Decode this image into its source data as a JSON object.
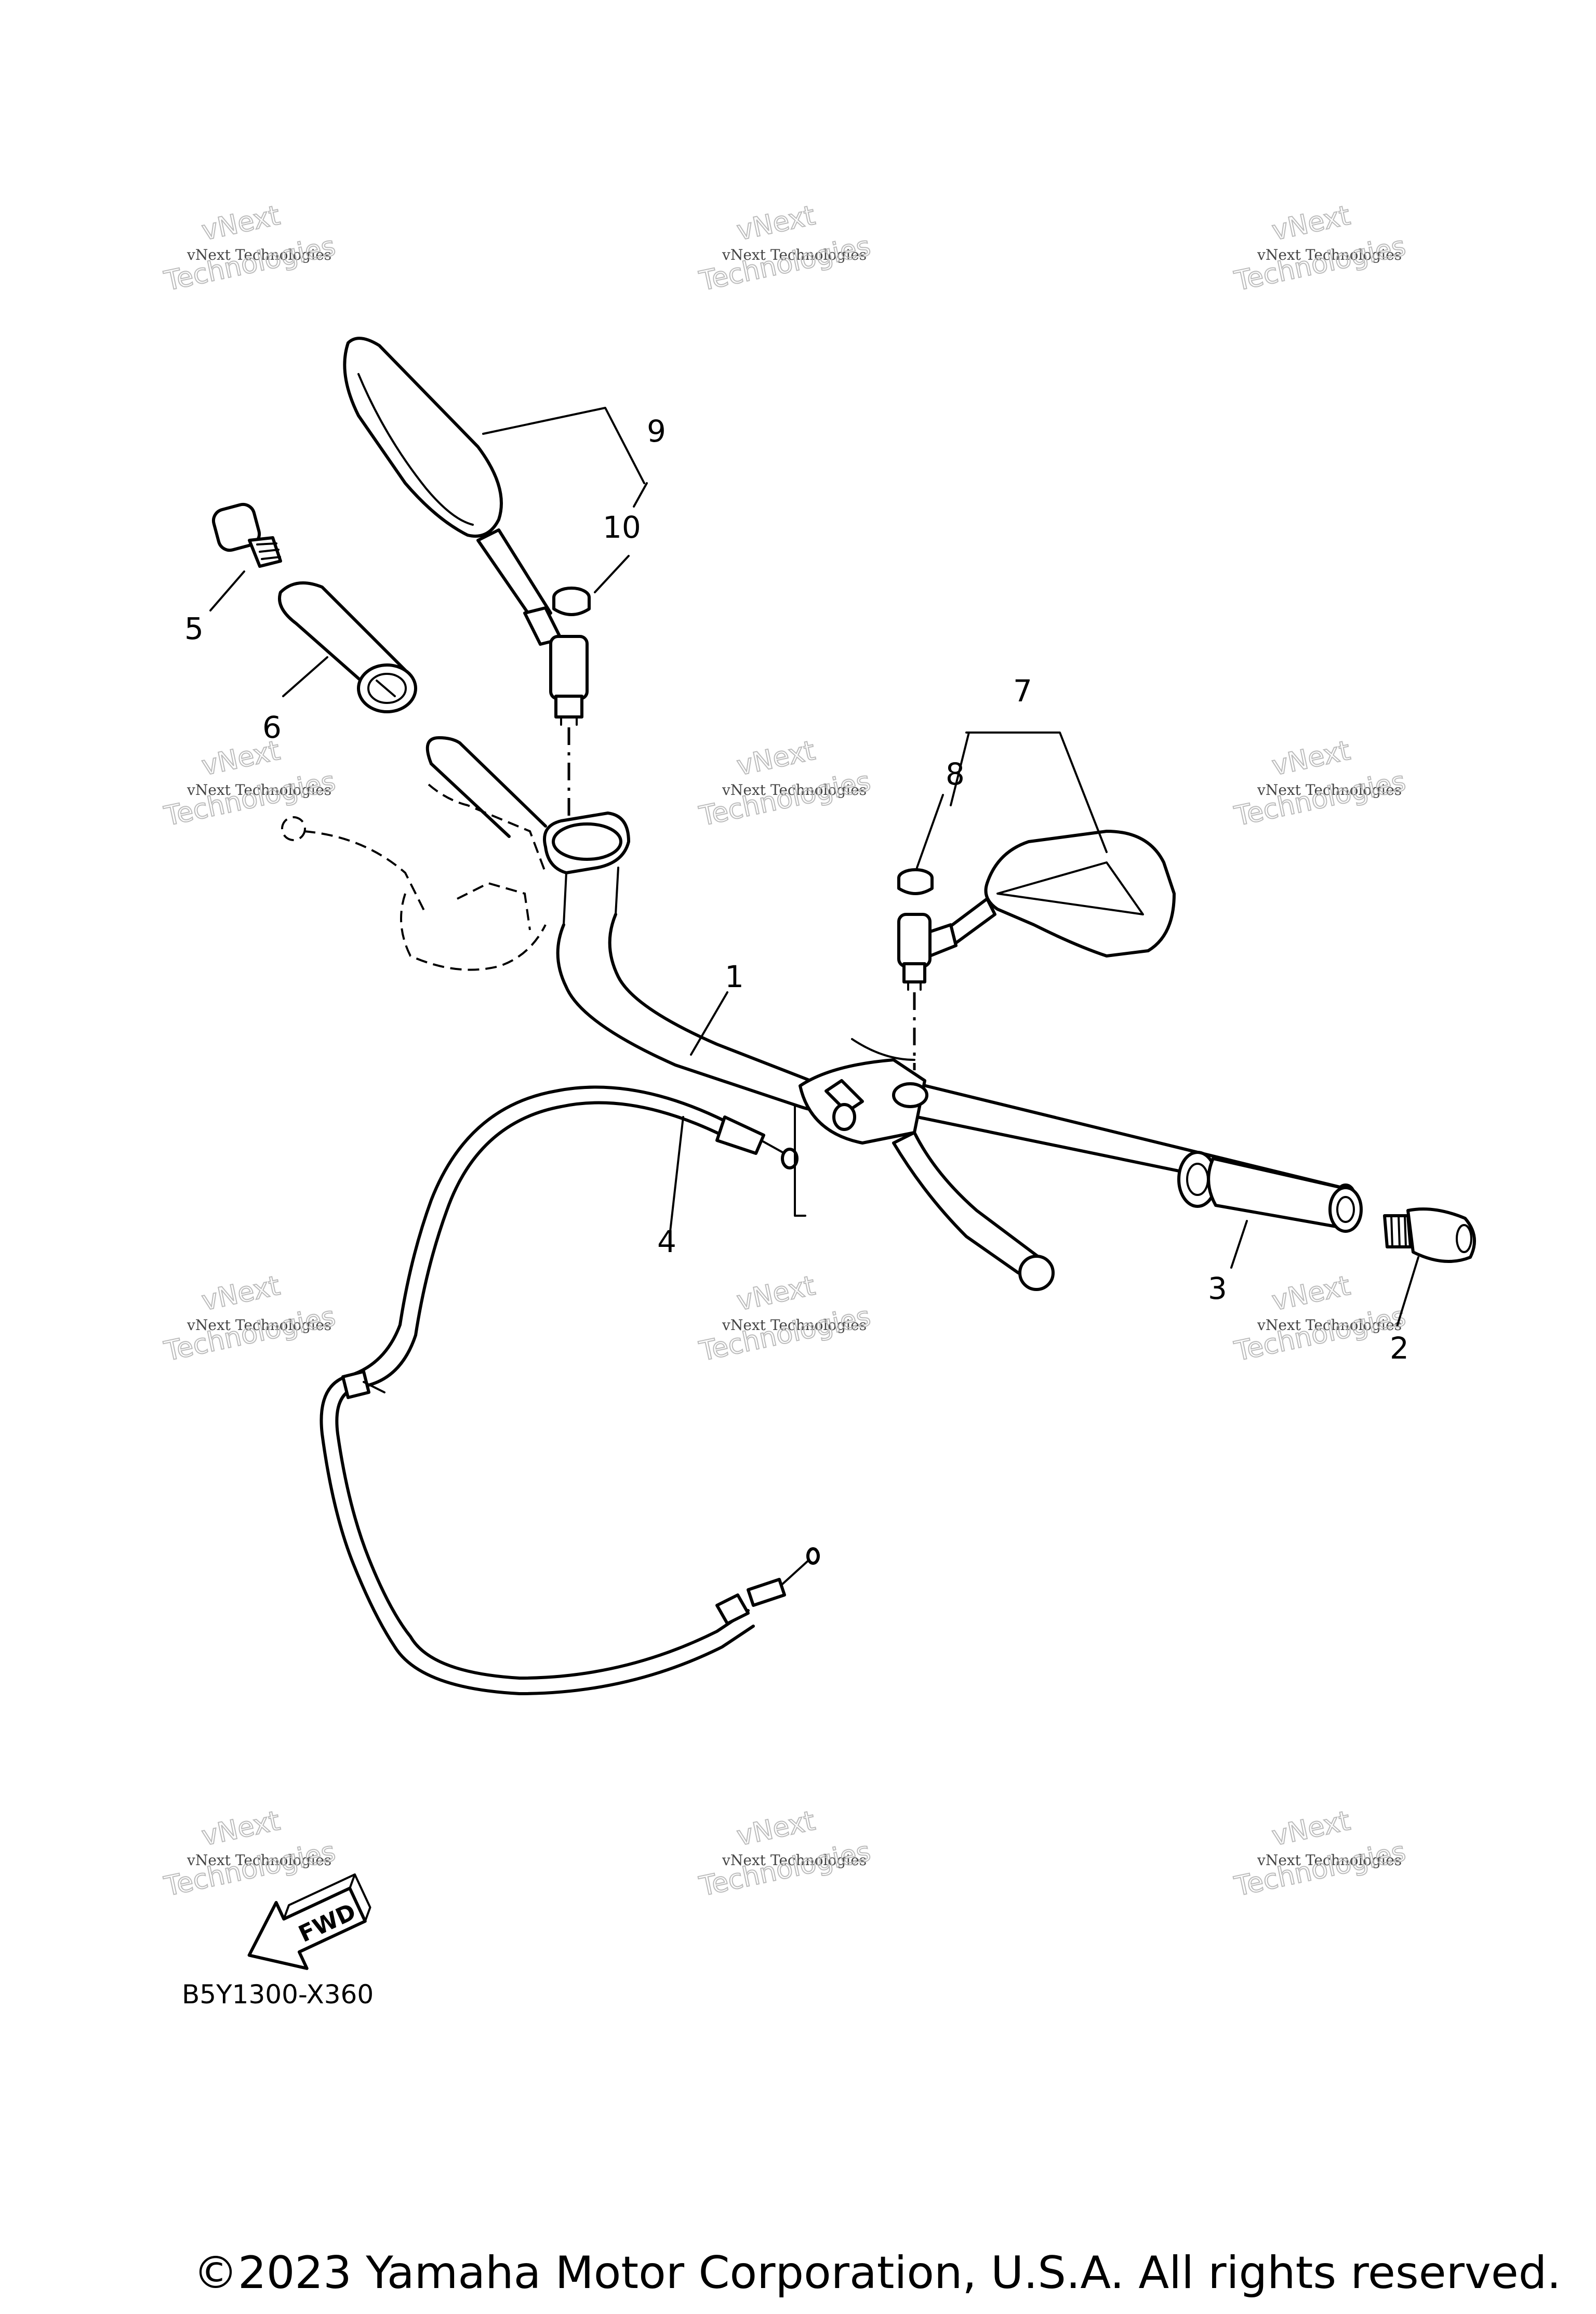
{
  "diagram": {
    "callouts": [
      "1",
      "2",
      "3",
      "4",
      "5",
      "6",
      "7",
      "8",
      "9",
      "10"
    ],
    "fwd_label": "FWD",
    "drawing_code": "B5Y1300-X360"
  },
  "watermark": {
    "line1": "vNext Technologies",
    "line2": "vNext",
    "line3": "Technologies"
  },
  "footer": {
    "copyright": "©2023 Yamaha Motor Corporation, U.S.A. All rights reserved."
  }
}
